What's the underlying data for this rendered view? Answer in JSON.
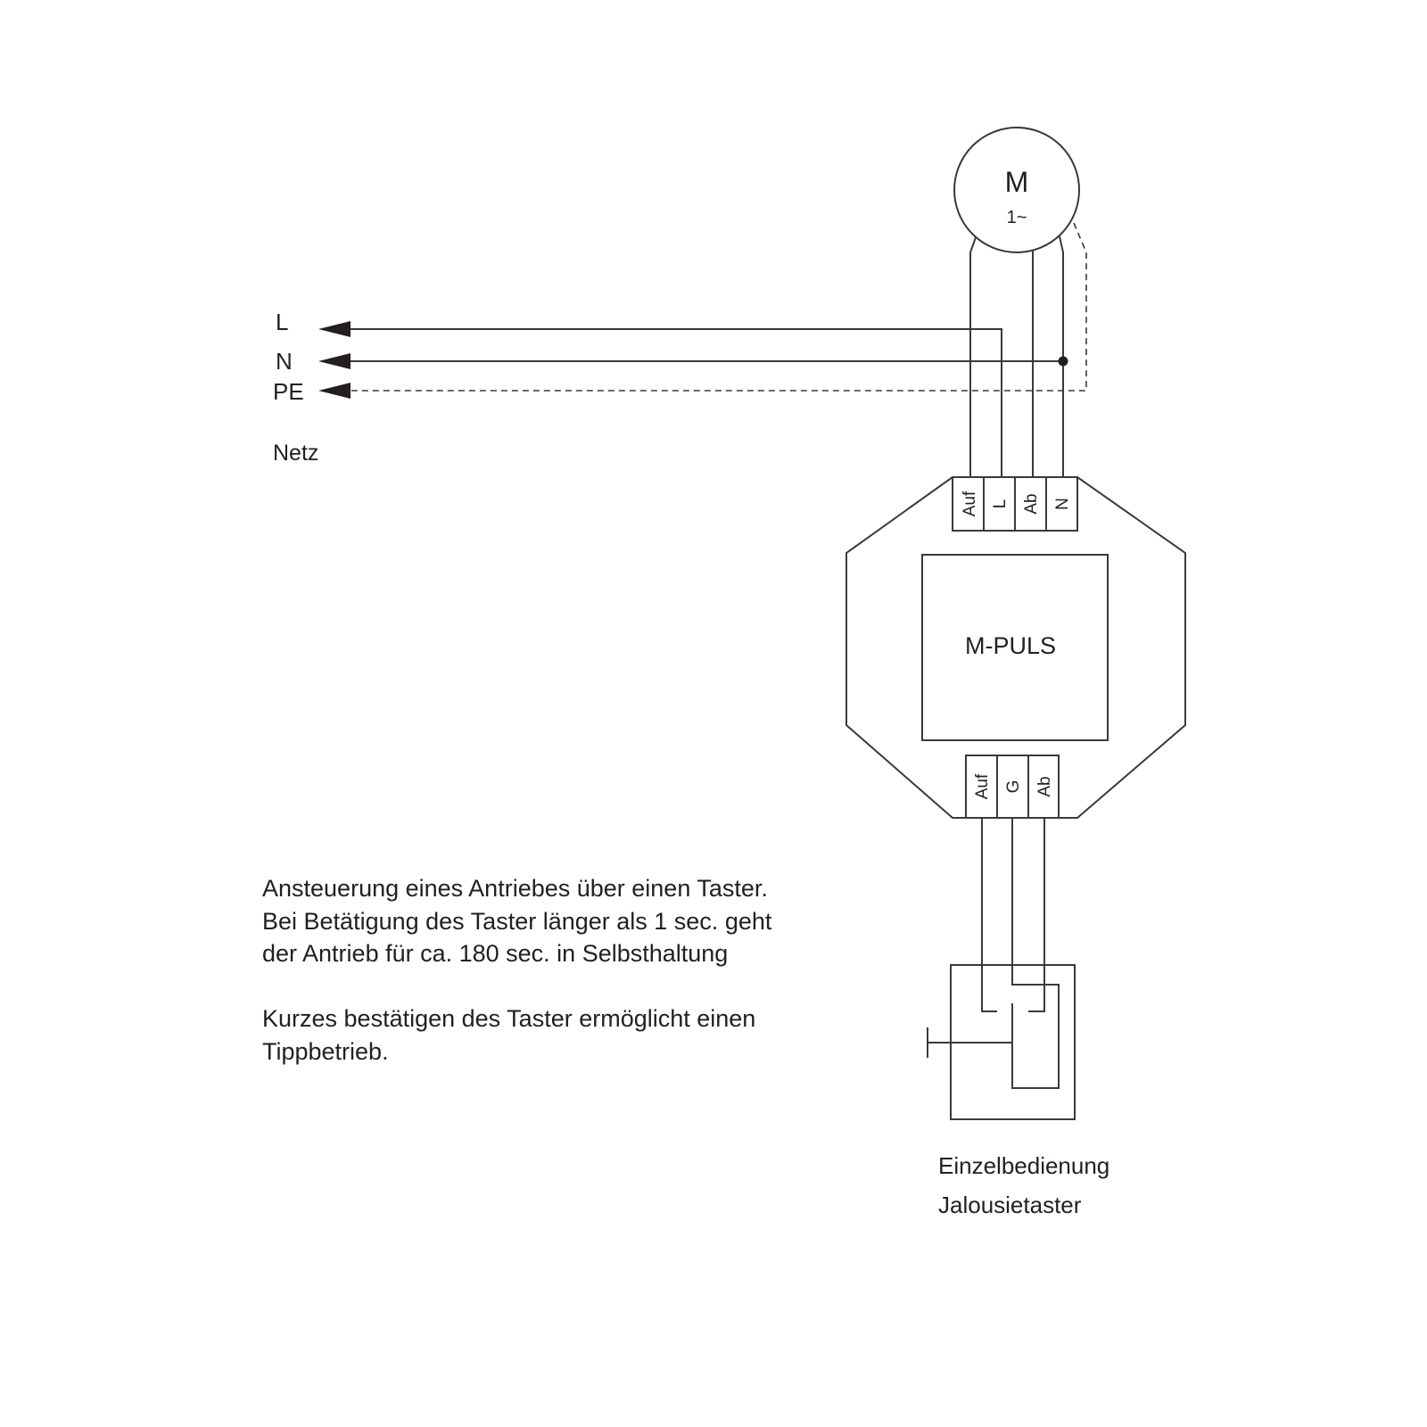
{
  "motor": {
    "label": "M",
    "phase": "1~"
  },
  "network": {
    "lines": [
      "L",
      "N",
      "PE"
    ],
    "label": "Netz"
  },
  "device": {
    "name": "M-PULS",
    "top_terminals": [
      "Auf",
      "L",
      "Ab",
      "N"
    ],
    "bottom_terminals": [
      "Auf",
      "G",
      "Ab"
    ]
  },
  "description": {
    "paragraph1": [
      "Ansteuerung eines Antriebes über einen Taster.",
      "Bei Betätigung des Taster länger als 1 sec. geht",
      "der Antrieb für ca. 180 sec. in Selbsthaltung"
    ],
    "paragraph2": [
      "Kurzes bestätigen des Taster ermöglicht einen",
      "Tippbetrieb."
    ]
  },
  "switch": {
    "label_line1": "Einzelbedienung",
    "label_line2": "Jalousietaster"
  }
}
